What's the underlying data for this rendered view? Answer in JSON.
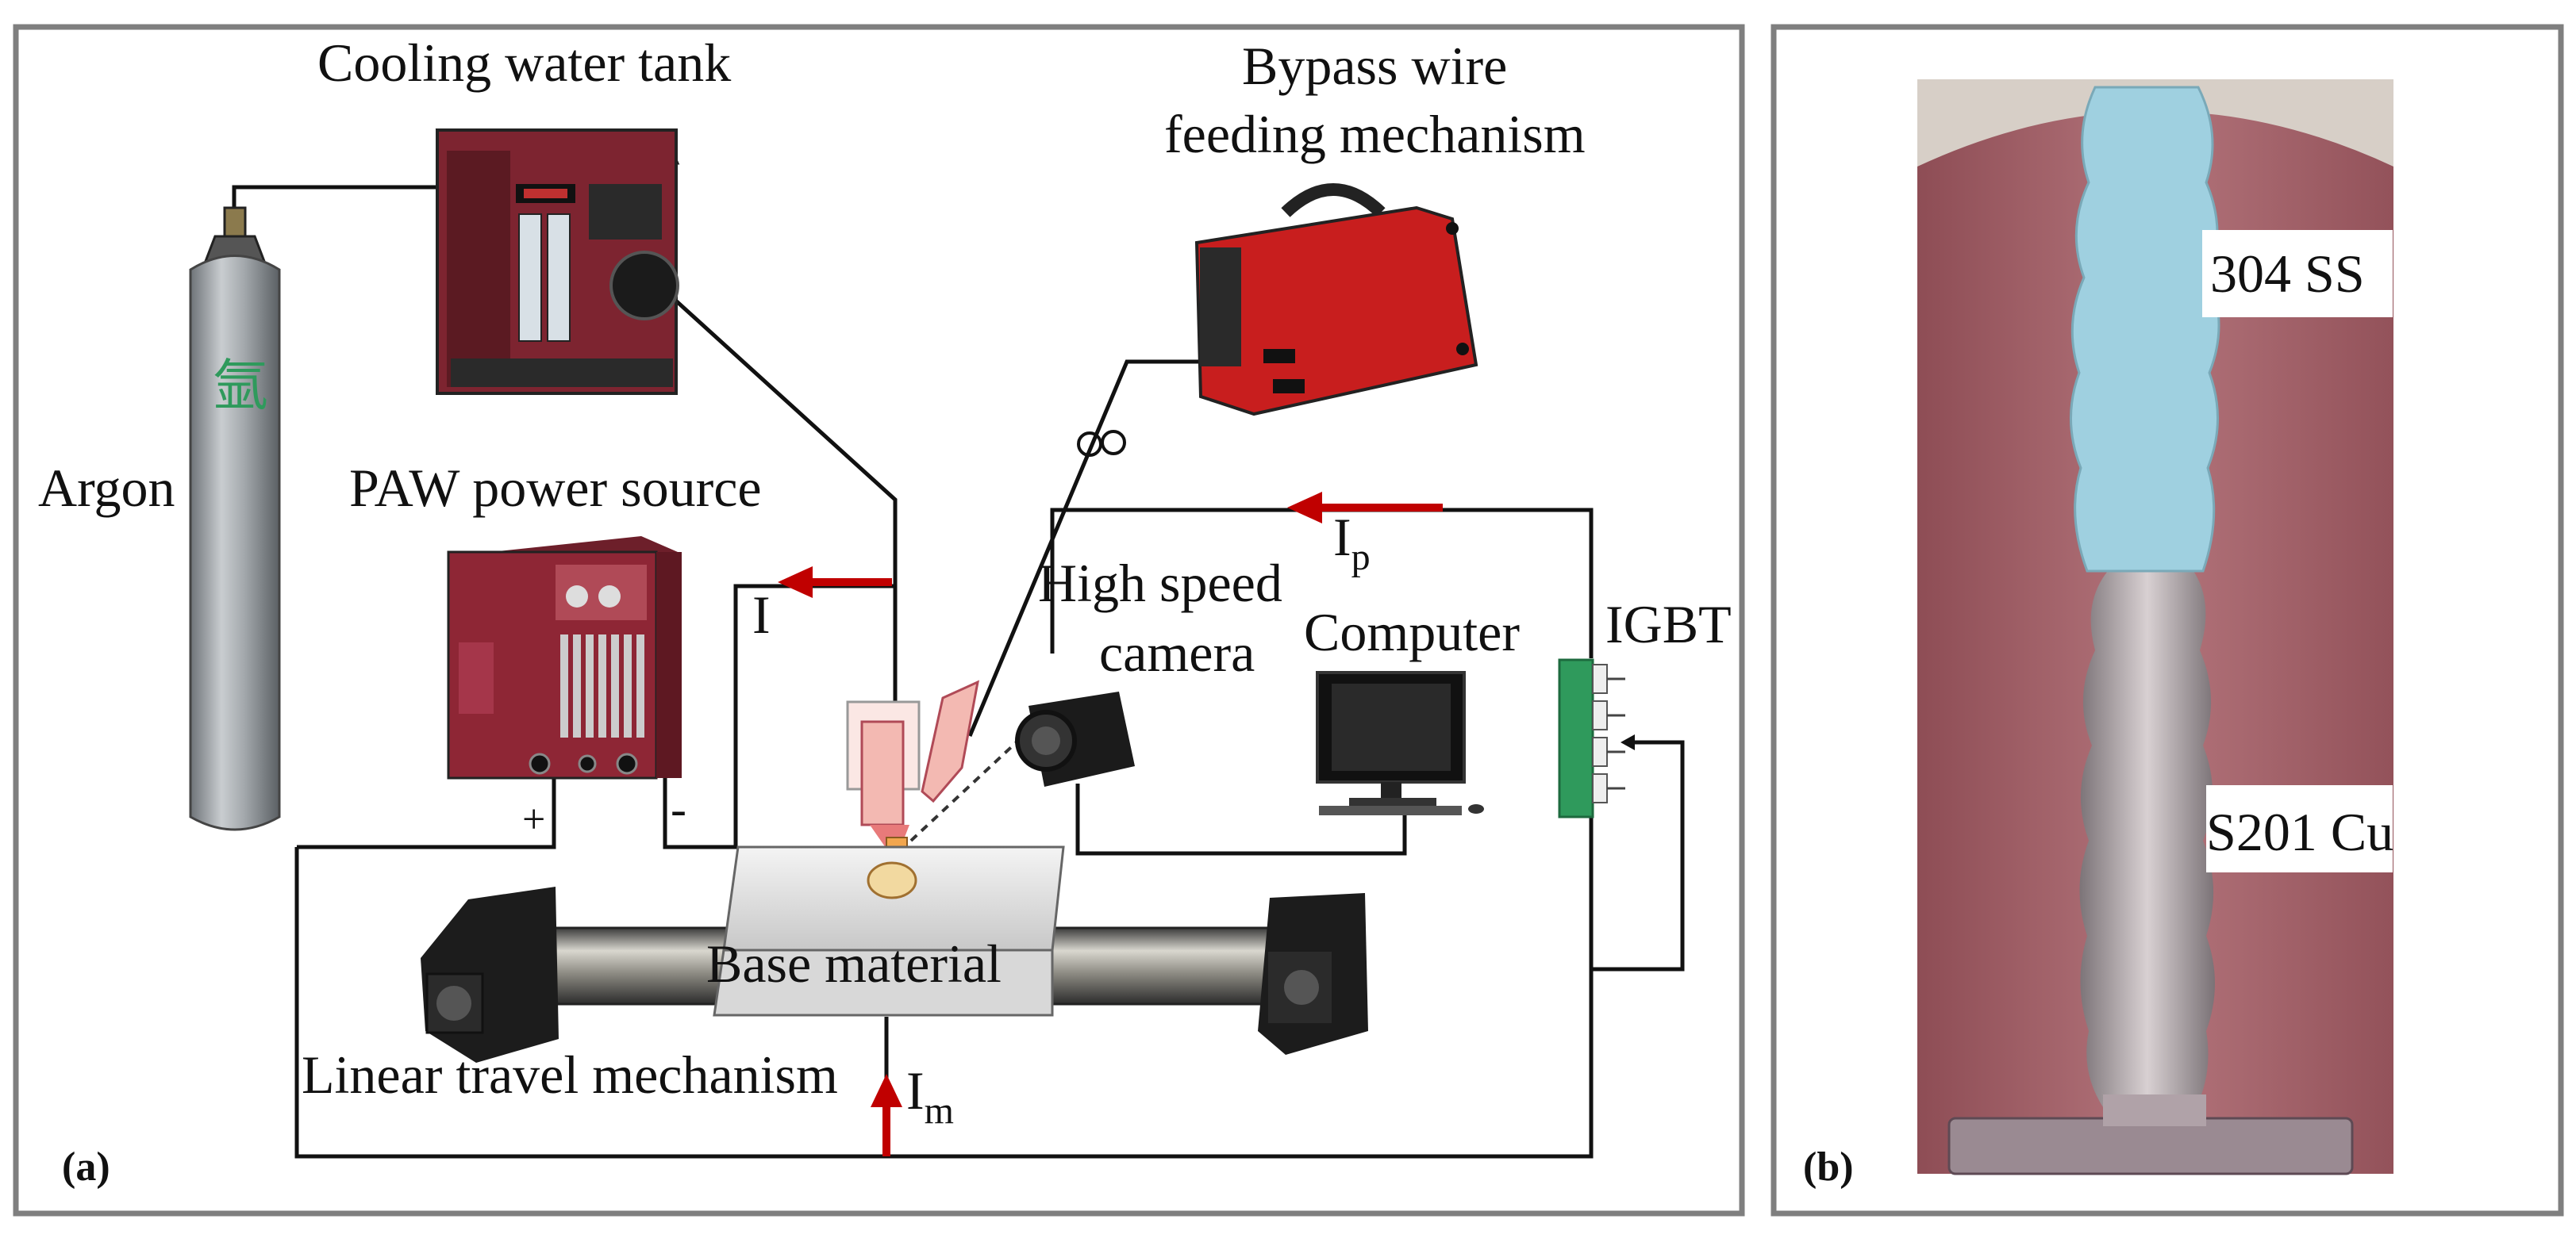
{
  "panel_a": {
    "tag": "(a)",
    "labels": {
      "cooling_tank": "Cooling water tank",
      "bypass_line1": "Bypass wire",
      "bypass_line2": "feeding mechanism",
      "argon": "Argon",
      "paw": "PAW power source",
      "camera_line1": "High speed",
      "camera_line2": "camera",
      "computer": "Computer",
      "igbt": "IGBT",
      "base": "Base material",
      "linear": "Linear travel mechanism",
      "plus": "+",
      "minus": "-"
    },
    "currents": {
      "i": "I",
      "ip_main": "I",
      "ip_sub": "p",
      "im_main": "I",
      "im_sub": "m"
    },
    "cylinder_text": "氩"
  },
  "panel_b": {
    "tag": "(b)",
    "labels": {
      "ss": "304 SS",
      "cu": "S201 Cu"
    }
  },
  "colors": {
    "arrow": "#c00000",
    "panel_border": "#7f7f7f",
    "wire": "#111111",
    "tank_body": "#8a2a36",
    "feeder_body": "#c81e1e",
    "igbt_green": "#2f9a5c",
    "ss_blue": "#9fd0e0",
    "cu_bg": "#a5636a"
  }
}
